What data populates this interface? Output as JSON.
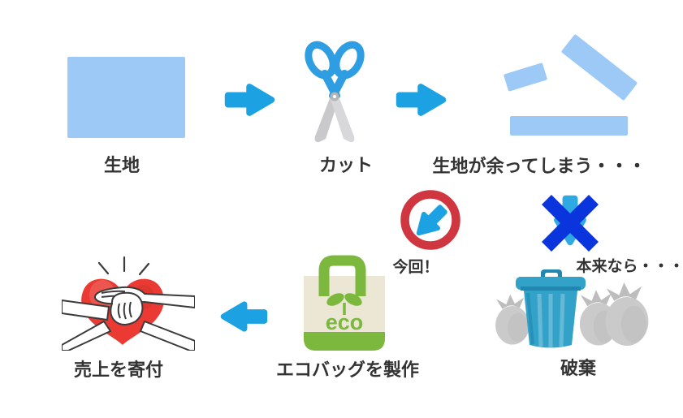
{
  "steps": {
    "fabric": {
      "label": "生地"
    },
    "cut": {
      "label": "カット"
    },
    "leftover": {
      "label": "生地が余ってしまう・・・"
    },
    "this_time": {
      "label": "今回！"
    },
    "normally": {
      "label": "本来なら・・・"
    },
    "dispose": {
      "label": "破棄"
    },
    "make_ecobag": {
      "label": "エコバッグを製作"
    },
    "donate": {
      "label": "売上を寄付"
    }
  },
  "ecobag": {
    "print_text": "eco"
  },
  "colors": {
    "fabric_blue": "#9dc9f7",
    "arrow_blue": "#1ca1e2",
    "circle_red": "#cf3640",
    "cross_blue": "#0a35dc",
    "trash_blue": "#32a2c9",
    "trash_dark": "#2187b0",
    "bag_gray": "#cacaca",
    "eco_green": "#7db83e",
    "bag_cream": "#ece7d4",
    "heart_red": "#ea3a33",
    "outline_dark": "#3b3b3b",
    "text_dark": "#333333"
  }
}
